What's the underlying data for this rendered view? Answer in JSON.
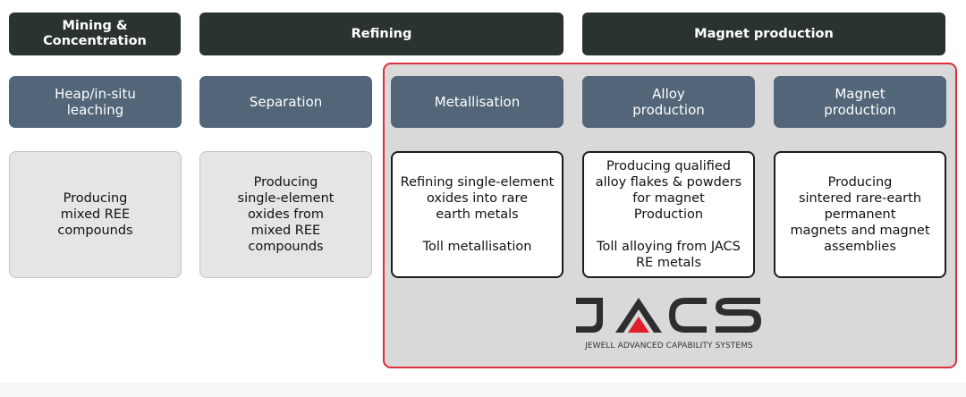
{
  "stages": {
    "mining": "Mining &\nConcentration",
    "refining": "Refining",
    "magnet_production": "Magnet production"
  },
  "processes": [
    "Heap/in-situ\nleaching",
    "Separation",
    "Metallisation",
    "Alloy\nproduction",
    "Magnet\nproduction"
  ],
  "descriptions": [
    "Producing\nmixed REE\ncompounds",
    "Producing\nsingle-element\noxides from\nmixed REE\ncompounds",
    "Refining single-element\noxides into rare\nearth metals\n\nToll metallisation",
    "Producing qualified\nalloy flakes & powders\nfor magnet\nProduction\n\nToll alloying from JACS\nRE metals",
    "Producing\nsintered rare-earth\npermanent\nmagnets and magnet\nassemblies"
  ],
  "logo": {
    "text": "JACS",
    "tagline": "JEWELL ADVANCED CAPABILITY SYSTEMS"
  },
  "colors": {
    "stage_header": "#2a3331",
    "process_box": "#526579",
    "highlight_border": "#d9303c",
    "highlight_fill": "#d9d9d9",
    "logo_dark": "#2e2e2e",
    "logo_accent": "#e0202a"
  }
}
